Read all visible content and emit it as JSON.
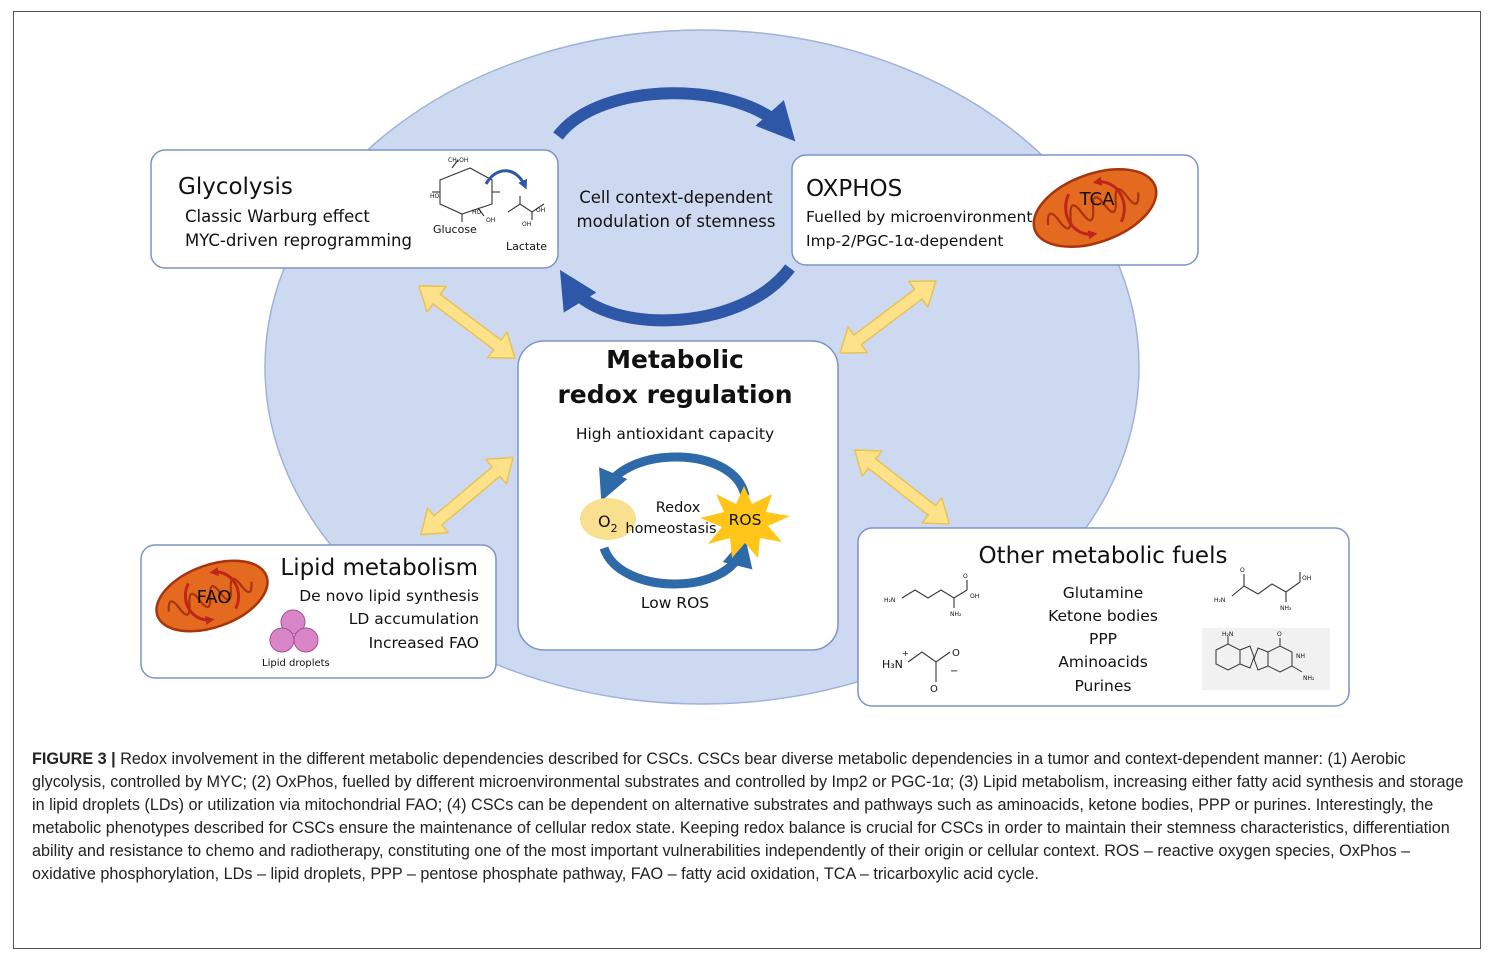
{
  "center_label": "Cell context-dependent modulation of stemness",
  "glycolysis": {
    "title": "Glycolysis",
    "lines": [
      "Classic Warburg effect",
      "MYC-driven reprogramming"
    ],
    "glucose_label": "Glucose",
    "lactate_label": "Lactate"
  },
  "oxphos": {
    "title": "OXPHOS",
    "lines": [
      "Fuelled by microenvironment",
      "Imp-2/PGC-1α-dependent"
    ],
    "mito_label": "TCA"
  },
  "redox": {
    "title_line1": "Metabolic",
    "title_line2": "redox regulation",
    "top_label": "High antioxidant capacity",
    "bottom_label": "Low ROS",
    "o2_label": "O",
    "o2_subscript": "2",
    "ros_label": "ROS",
    "homeostasis_line1": "Redox",
    "homeostasis_line2": "homeostasis"
  },
  "lipid": {
    "title": "Lipid metabolism",
    "lines": [
      "De novo lipid synthesis",
      "LD accumulation",
      "Increased FAO"
    ],
    "mito_label": "FAO",
    "droplets_label": "Lipid droplets"
  },
  "fuels": {
    "title": "Other metabolic fuels",
    "lines": [
      "Glutamine",
      "Ketone bodies",
      "PPP",
      "Aminoacids",
      "Purines"
    ]
  },
  "caption": {
    "label": "FIGURE 3 |",
    "text": "Redox involvement in the different metabolic dependencies described for CSCs. CSCs bear diverse metabolic dependencies in a tumor and context-dependent manner: (1) Aerobic glycolysis, controlled by MYC; (2) OxPhos, fuelled by different microenvironmental substrates and controlled by Imp2 or PGC-1α; (3) Lipid metabolism, increasing either fatty acid synthesis and storage in lipid droplets (LDs) or utilization via mitochondrial FAO; (4) CSCs can be dependent on alternative substrates and pathways such as aminoacids, ketone bodies, PPP or purines. Interestingly, the metabolic phenotypes described for CSCs ensure the maintenance of cellular redox state. Keeping redox balance is crucial for CSCs in order to maintain their stemness characteristics, differentiation ability and resistance to chemo and radiotherapy, constituting one of the most important vulnerabilities independently of their origin or cellular context. ROS – reactive oxygen species, OxPhos – oxidative phosphorylation, LDs – lipid droplets, PPP – pentose phosphate pathway, FAO – fatty acid oxidation, TCA – tricarboxylic acid cycle."
  },
  "colors": {
    "ellipse_fill": "#cdd9f0",
    "ellipse_stroke": "#9fb3d8",
    "box_stroke": "#7b93c6",
    "blue_arrow": "#2e57a8",
    "yellow_arrow": "#fde28a",
    "yellow_arrow_stroke": "#e8c253",
    "mito_fill": "#e46a1f",
    "mito_dark": "#a8330f",
    "mito_red_arrow": "#c0251b",
    "o2_fill": "#f8e08e",
    "ros_fill": "#ffc619",
    "droplet_fill": "#d886c8"
  }
}
